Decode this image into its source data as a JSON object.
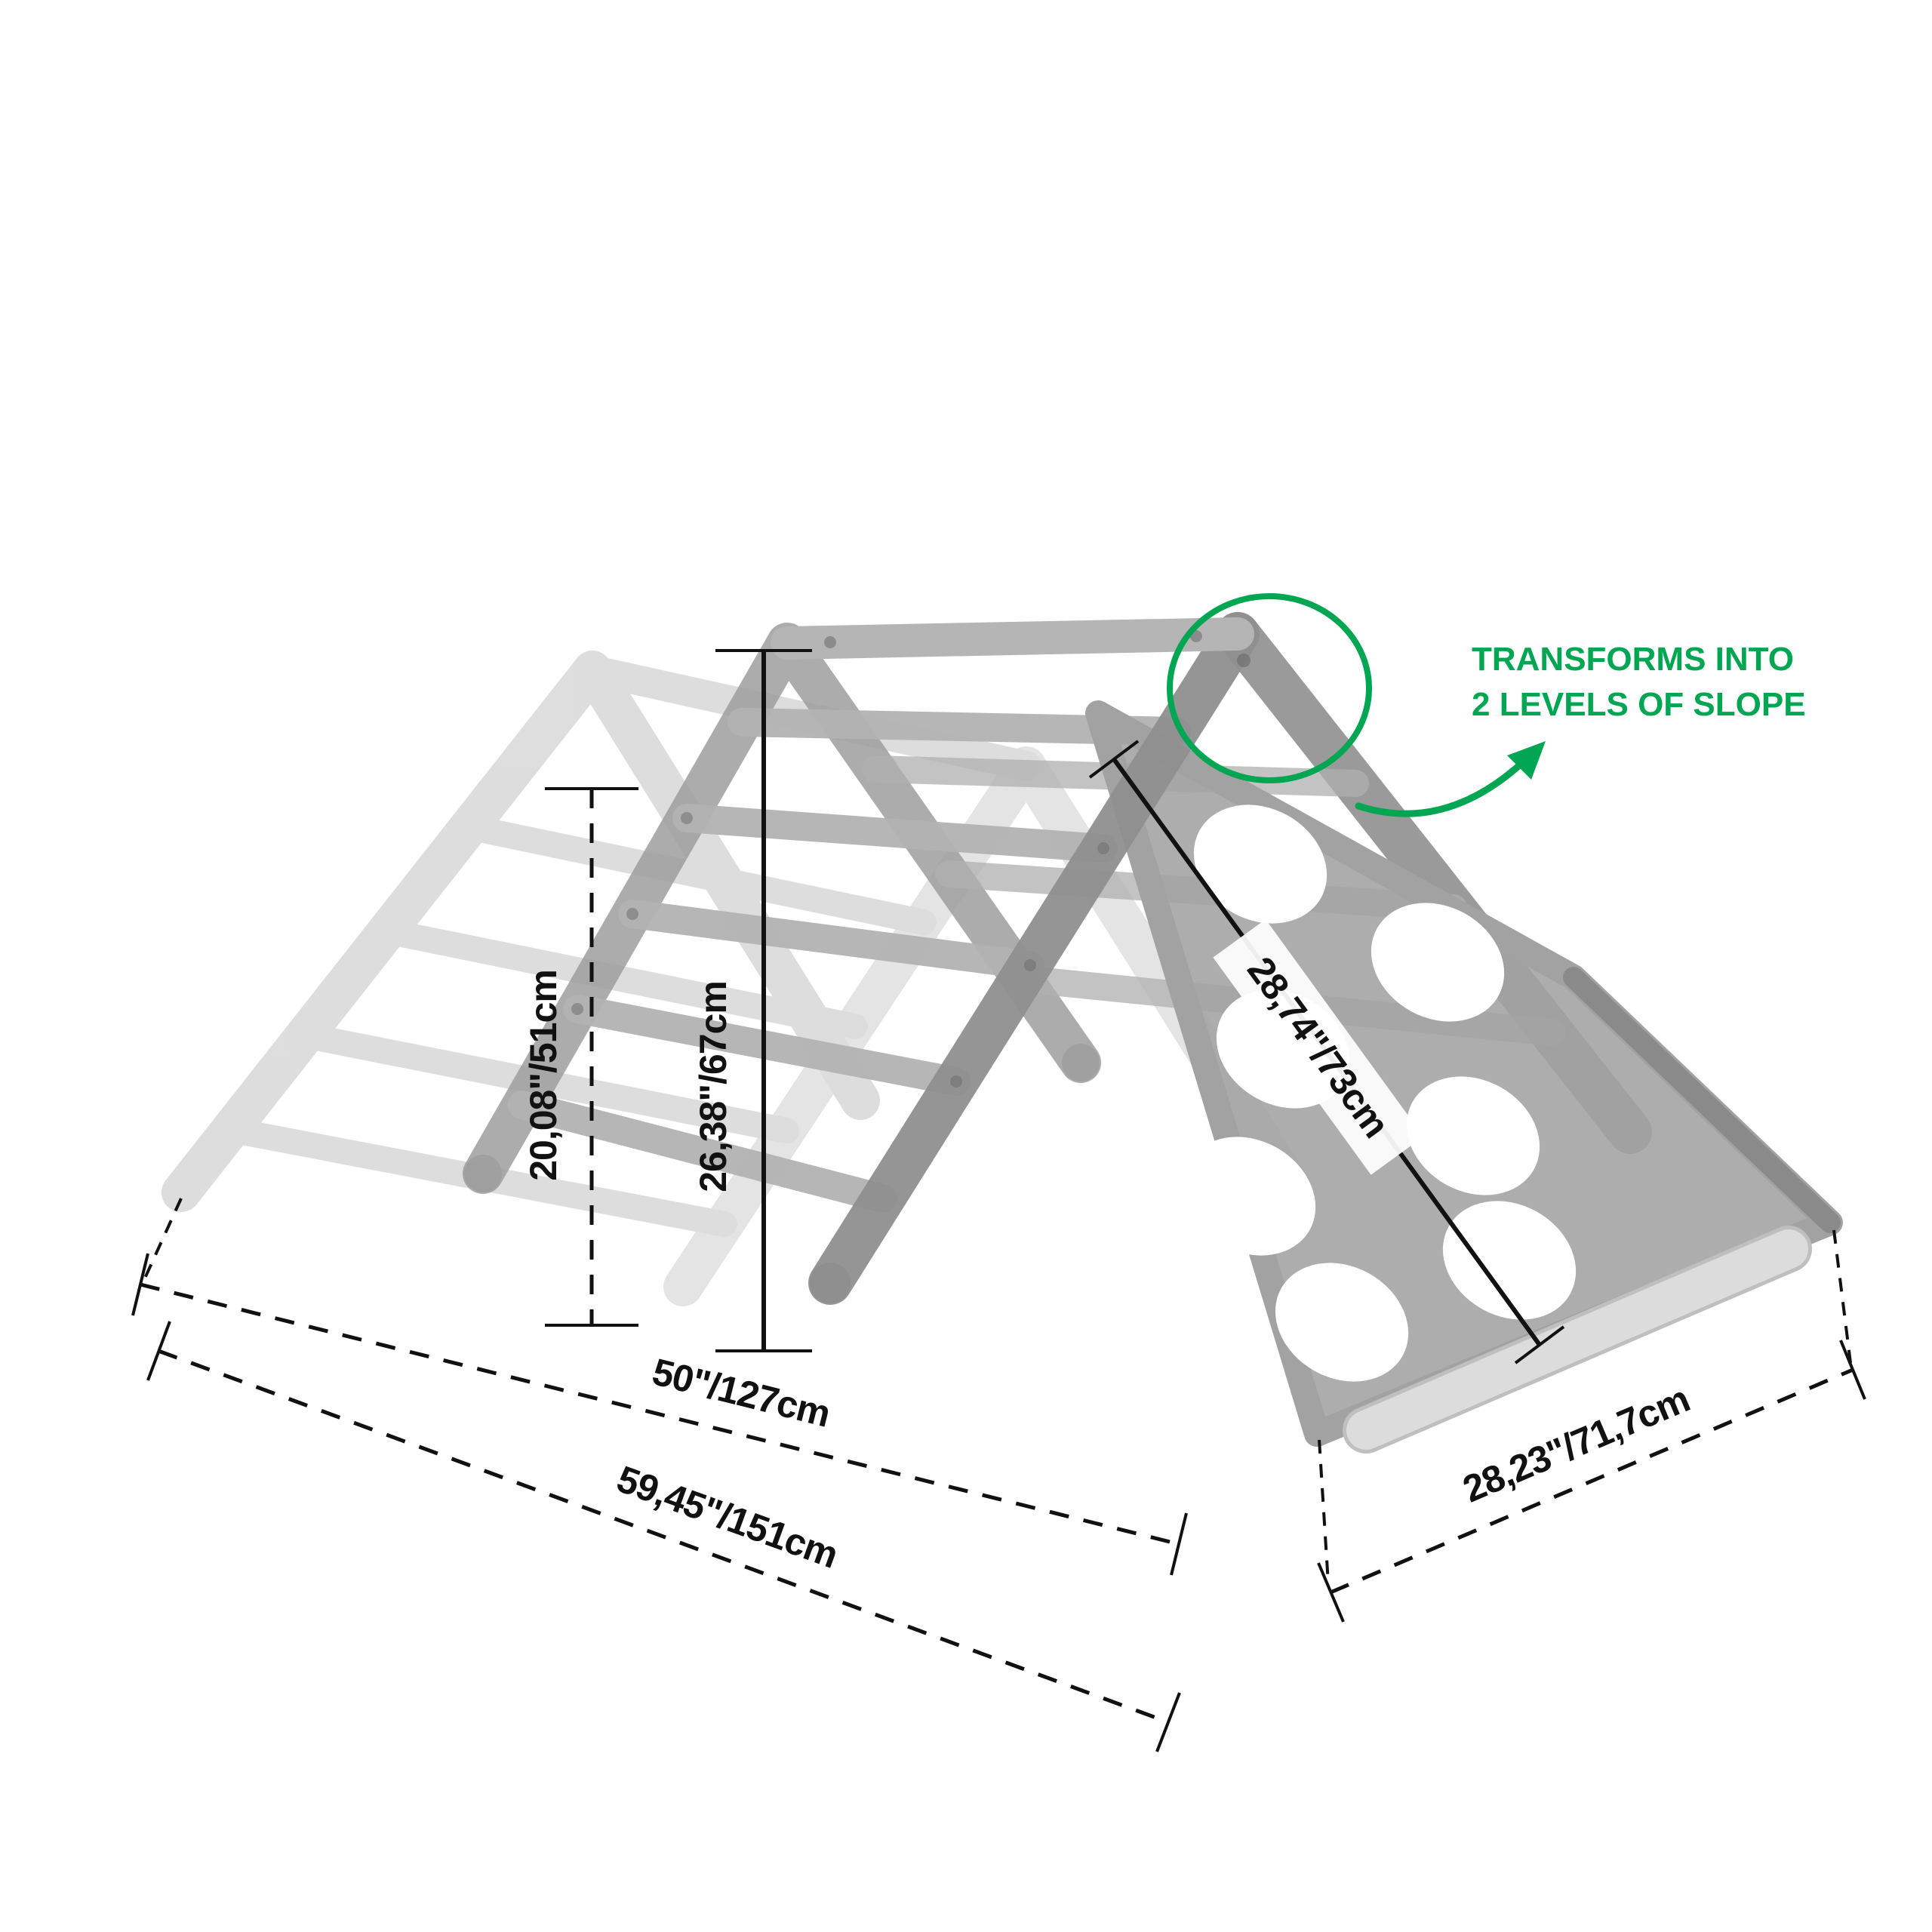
{
  "annotation": {
    "line1": "TRANSFORMS INTO",
    "line2": "2 LEVELS OF SLOPE",
    "color": "#00A651"
  },
  "dimensions": {
    "low_height": "20,08\"/51cm",
    "high_height": "26,38\"/67cm",
    "base_length": "50\"/127cm",
    "total_length": "59,45\"/151cm",
    "ramp_length": "28,74\"/73cm",
    "ramp_width": "28,23\"/71,7cm"
  },
  "colors": {
    "ghost_gray": "#979797",
    "panel_gray": "#9e9e9e",
    "near_panel_gray": "#8f8f8f",
    "ramp_gray": "#a2a2a2",
    "dimension_black": "#111111"
  }
}
